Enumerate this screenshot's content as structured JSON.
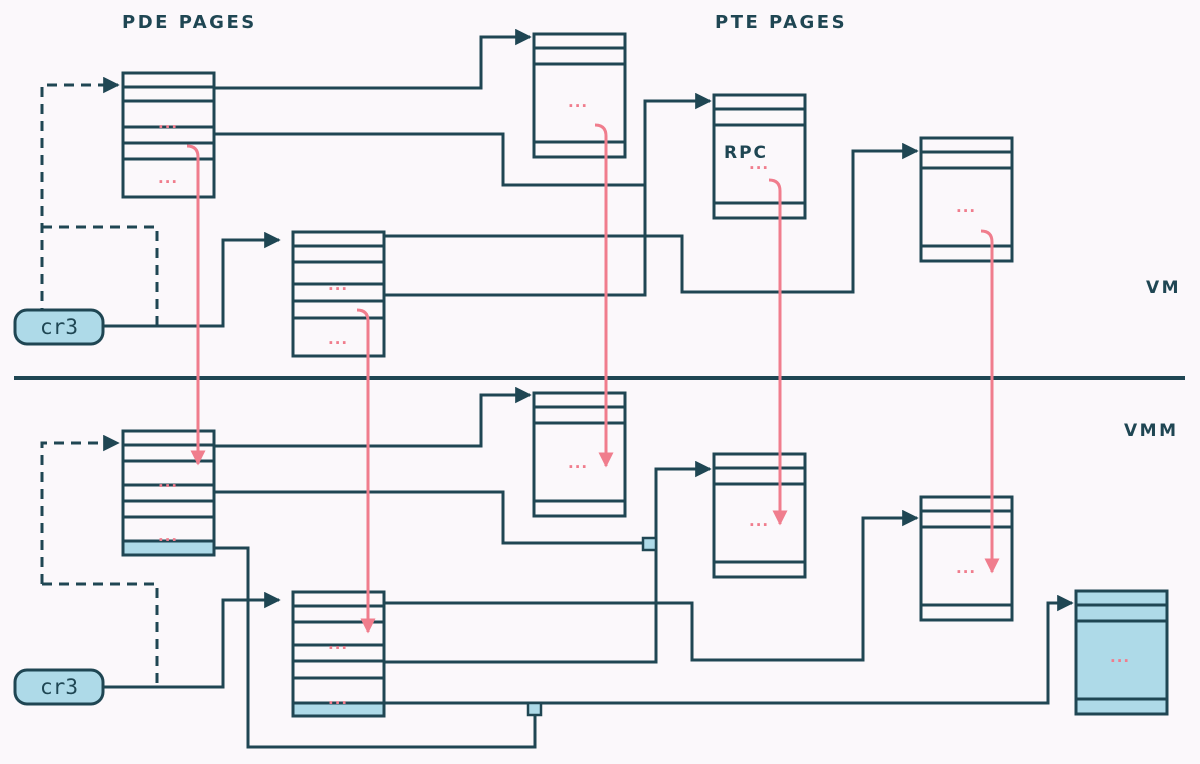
{
  "labels": {
    "pde_pages": "PDE PAGES",
    "pte_pages": "PTE PAGES",
    "vm": "VM",
    "vmm": "VMM",
    "cr3_vm": "cr3",
    "cr3_vmm": "cr3",
    "rpc": "RPC",
    "ellipsis": "..."
  },
  "colors": {
    "stroke": "#1f4653",
    "arrow_pink": "#f07d8d",
    "highlight_fill": "#aedae8",
    "background": "#fbf8fb"
  }
}
